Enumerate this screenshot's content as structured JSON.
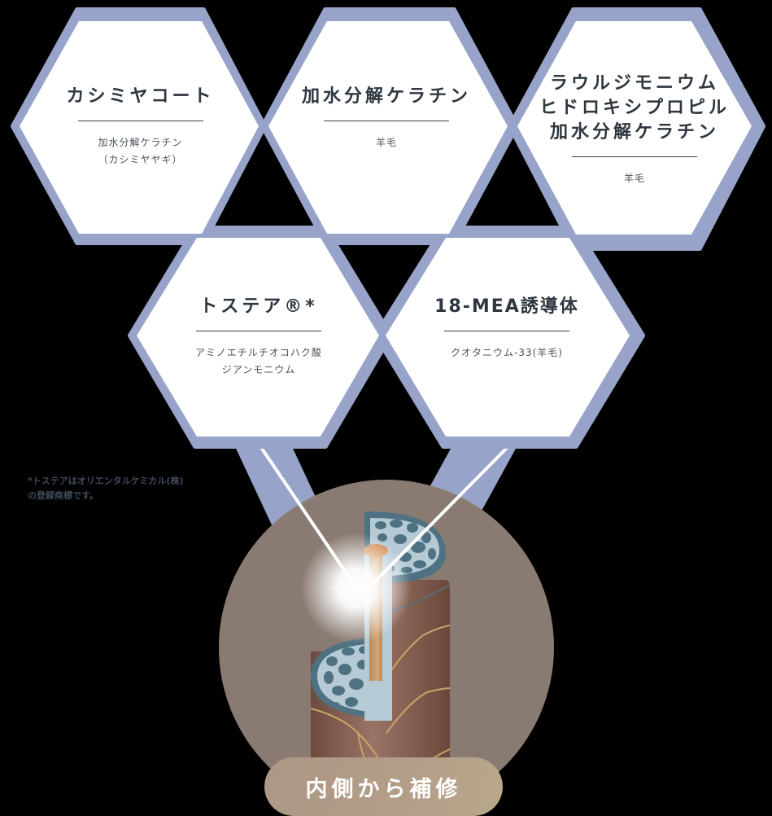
{
  "colors": {
    "background": "#000000",
    "hex_border": "#97a3c8",
    "hex_fill": "#ffffff",
    "title_text": "#2e3640",
    "circle": "#8a7b72",
    "hair_brown": "#7a5548",
    "cortex_blue": "#4f7283",
    "cortex_light": "#b6cad6",
    "medulla": "#c99a66",
    "pill": "#b09a87"
  },
  "hexagons": [
    {
      "title_lines": [
        "カシミヤコート"
      ],
      "sub_lines": [
        "加水分解ケラチン",
        "（カシミヤヤギ）"
      ]
    },
    {
      "title_lines": [
        "加水分解ケラチン"
      ],
      "sub_lines": [
        "羊毛"
      ]
    },
    {
      "title_lines": [
        "ラウルジモニウム",
        "ヒドロキシプロピル",
        "加水分解ケラチン"
      ],
      "sub_lines": [
        "羊毛"
      ]
    },
    {
      "title_lines": [
        "トステア®*"
      ],
      "sub_lines": [
        "アミノエチルチオコハク酸",
        "ジアンモニウム"
      ]
    },
    {
      "title_lines": [
        "18-MEA誘導体"
      ],
      "sub_lines": [
        "クオタニウム-33(羊毛)"
      ]
    }
  ],
  "footnote": {
    "lines": [
      "*トステアはオリエンタルケミカル(株)",
      "の登録商標です。"
    ]
  },
  "illustration": {
    "subject": "hair-cross-section-icon",
    "badge_label": "内側から補修"
  }
}
